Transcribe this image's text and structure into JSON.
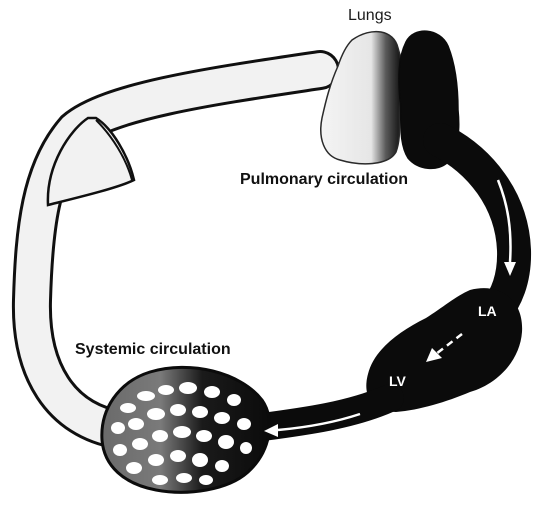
{
  "labels": {
    "lungs": "Lungs",
    "pulmonary": "Pulmonary circulation",
    "systemic": "Systemic circulation",
    "left_atrium": "LA",
    "left_ventricle": "LV"
  },
  "colors": {
    "oxygenated": "#0b0b0b",
    "deoxygenated": "#f2f2f2",
    "outline": "#101010",
    "arrow": "#ffffff"
  }
}
